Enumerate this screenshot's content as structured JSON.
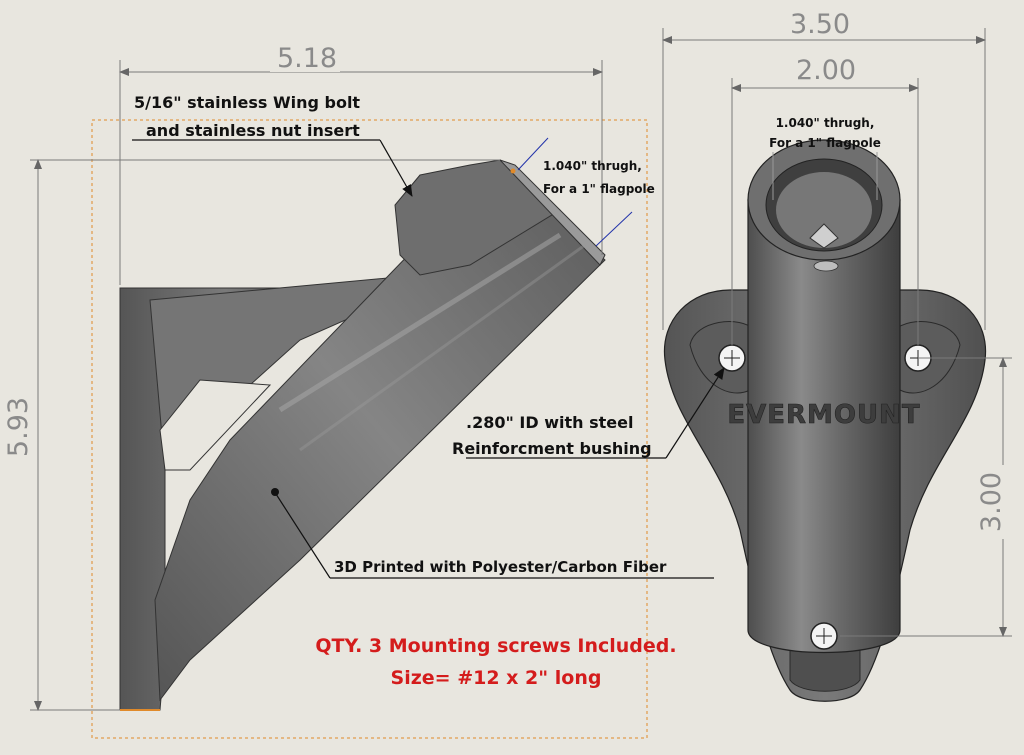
{
  "dimensions": {
    "side_width": "5.18",
    "side_height": "5.93",
    "front_width": "3.50",
    "front_inner_width": "2.00",
    "front_hole_spacing": "3.00"
  },
  "notes": {
    "wing_bolt_line1": "5/16\" stainless Wing bolt",
    "wing_bolt_line2": "and stainless nut insert",
    "thru_side_line1": "1.040\" thrugh,",
    "thru_side_line2": "For a 1\" flagpole",
    "thru_front_line1": "1.040\" thrugh,",
    "thru_front_line2": "For a 1\" flagpole",
    "bushing_line1": ".280\" ID with steel",
    "bushing_line2": "Reinforcment bushing",
    "material": "3D Printed with Polyester/Carbon Fiber",
    "screws_line1": "QTY. 3 Mounting screws Included.",
    "screws_line2": "Size= #12 x 2\" long"
  },
  "part_marking": "EVERMOUNT",
  "colors": {
    "background": "#e8e6df",
    "part": "#6b6b6b",
    "dimension": "#8a8a8a",
    "highlight_red": "#d41c1c",
    "frame_orange": "#e08a2a"
  }
}
